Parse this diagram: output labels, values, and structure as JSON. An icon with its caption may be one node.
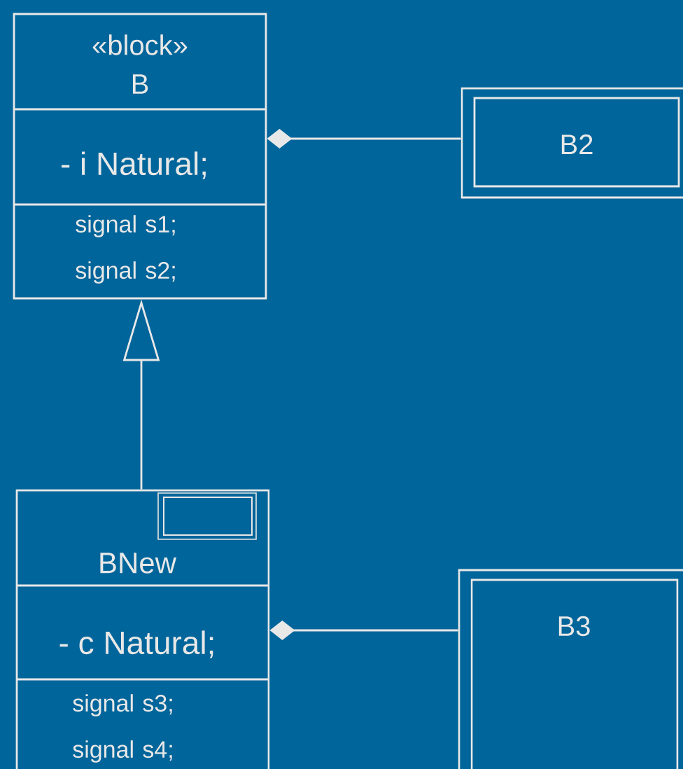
{
  "diagram": {
    "nodes": [
      {
        "text": [
          "«block»",
          "B",
          "- i Natural;",
          "signal s1; signal s2;"
        ]
      },
      {
        "text": [
          "B2"
        ]
      },
      {
        "text": [
          "BNew",
          "- c Natural;",
          "signal s3; signal s4;"
        ]
      },
      {
        "text": [
          "B3"
        ]
      }
    ],
    "edges": [
      {
        "from": 0,
        "to": 1,
        "arrow": "other"
      },
      {
        "from": 2,
        "to": 0,
        "arrow": "to"
      },
      {
        "from": 2,
        "to": 3,
        "arrow": "other"
      }
    ]
  }
}
